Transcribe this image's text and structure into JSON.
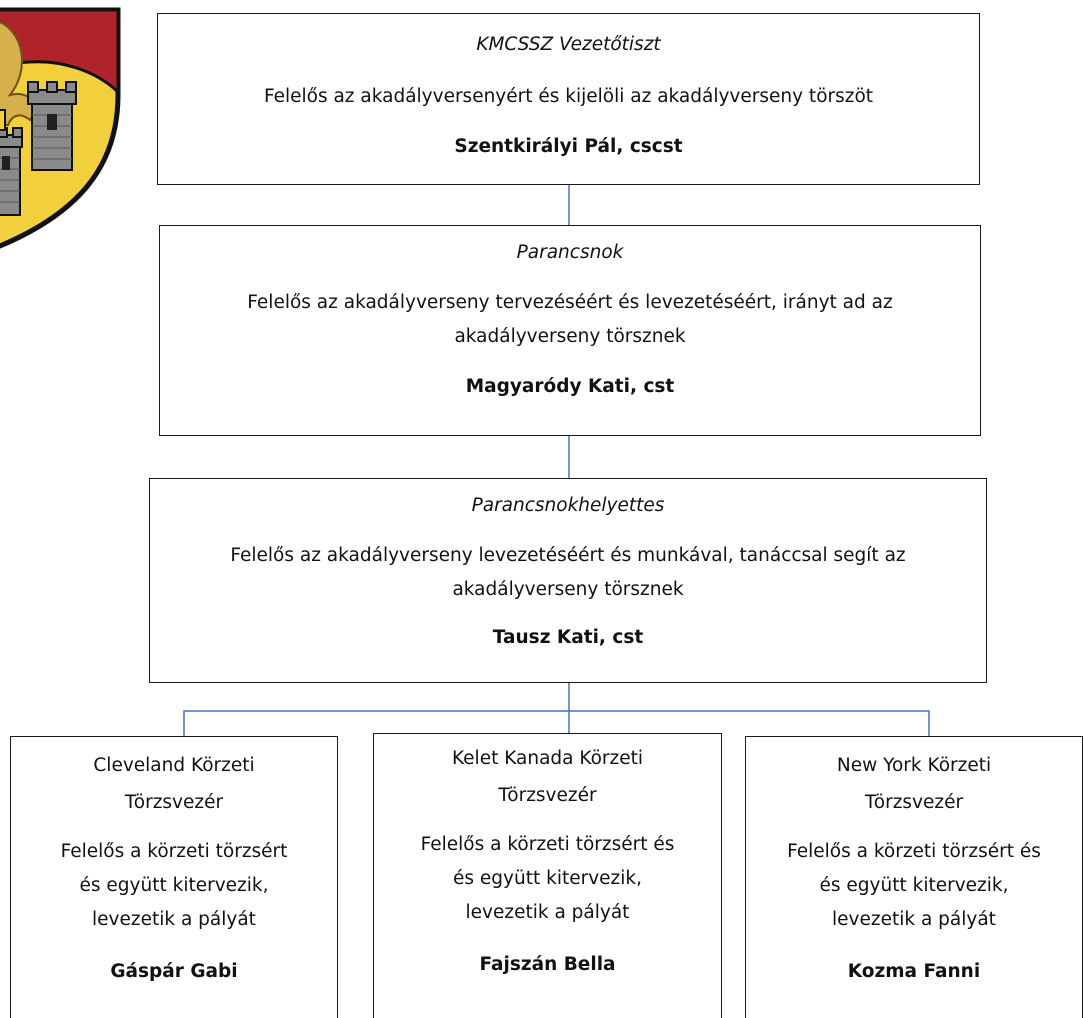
{
  "chart": {
    "top": {
      "role": "KMCSSZ Vezetőtiszt",
      "description": "Felelős az akadályversenyért és kijelöli az akadályverseny törszöt",
      "name": "Szentkirályi Pál, cscst"
    },
    "commander": {
      "role": "Parancsnok",
      "description_line1": "Felelős az akadályverseny tervezéséért és levezetéséért, irányt ad az",
      "description_line2": "akadályverseny törsznek",
      "name": "Magyaródy Kati, cst"
    },
    "deputy": {
      "role": "Parancsnokhelyettes",
      "description_line1": "Felelős az akadályverseny levezetéséért és munkával, tanáccsal segít az",
      "description_line2": "akadályverseny törsznek",
      "name": "Tausz Kati, cst"
    },
    "districts": [
      {
        "title_line1": "Cleveland Körzeti",
        "title_line2": "Törzsvezér",
        "desc_line1": "Felelős a körzeti törzsért",
        "desc_line2": "és együtt kitervezik,",
        "desc_line3": "levezetik a pályát",
        "name": "Gáspár Gabi"
      },
      {
        "title_line1": "Kelet Kanada Körzeti",
        "title_line2": "Törzsvezér",
        "desc_line1": "Felelős a körzeti törzsért és",
        "desc_line2": "és együtt kitervezik,",
        "desc_line3": "levezetik a pályát",
        "name": "Fajszán Bella"
      },
      {
        "title_line1": "New York Körzeti",
        "title_line2": "Törzsvezér",
        "desc_line1": "Felelős a körzeti törzsért és",
        "desc_line2": "és együtt kitervezik,",
        "desc_line3": "levezetik a pályát",
        "name": "Kozma Fanni"
      }
    ]
  },
  "colors": {
    "connector": "#4472c4",
    "border": "#1b1b1b",
    "crest_red": "#b0232a",
    "crest_yellow": "#f2cf3c",
    "crest_gold": "#d6b04a",
    "tower_gray": "#8a8a8a"
  },
  "icons": {
    "crest": "coat-of-arms-icon"
  }
}
